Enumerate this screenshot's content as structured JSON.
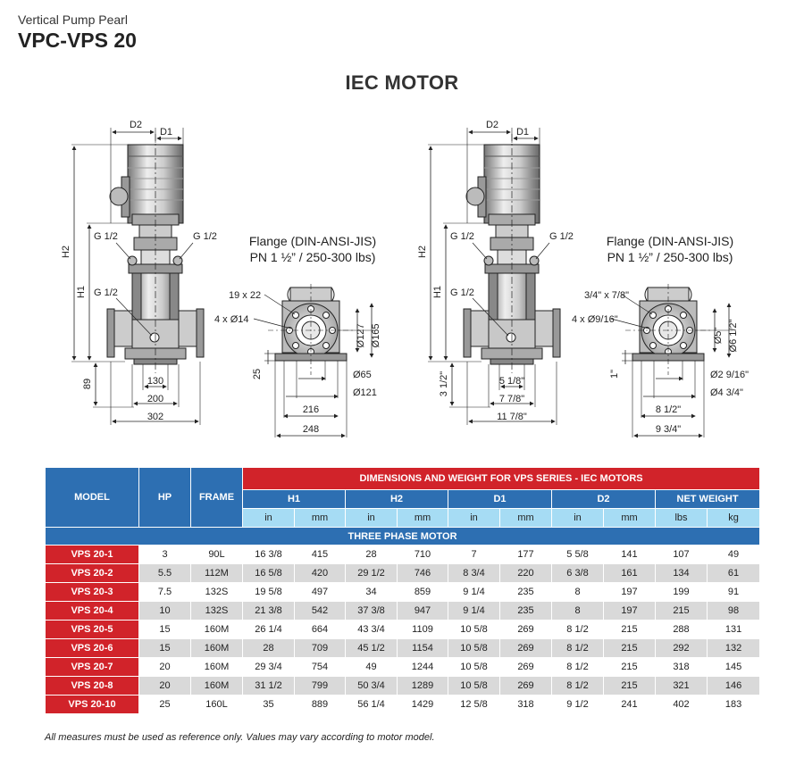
{
  "header": {
    "subtitle": "Vertical Pump Pearl",
    "title": "VPC-VPS 20",
    "section_title": "IEC MOTOR"
  },
  "drawing_metric": {
    "labels": {
      "d2": "D2",
      "d1": "D1",
      "h2": "H2",
      "h1": "H1",
      "g_left": "G 1/2",
      "g_right": "G 1/2",
      "g_drain": "G 1/2",
      "dim_89": "89",
      "dim_130": "130",
      "dim_200": "200",
      "dim_302": "302"
    },
    "flange_title_1": "Flange (DIN-ANSI-JIS)",
    "flange_title_2": "PN 1 ½” / 250-300 lbs)",
    "flange_labels": {
      "slot": "19 x 22",
      "holes": "4 x Ø14",
      "d127": "Ø127",
      "d165": "Ø165",
      "h25": "25",
      "d65": "Ø65",
      "d121": "Ø121",
      "w216": "216",
      "w248": "248"
    }
  },
  "drawing_imperial": {
    "labels": {
      "d2": "D2",
      "d1": "D1",
      "h2": "H2",
      "h1": "H1",
      "g_left": "G 1/2",
      "g_right": "G 1/2",
      "g_drain": "G 1/2",
      "dim_89": "3 1/2\"",
      "dim_130": "5 1/8\"",
      "dim_200": "7 7/8\"",
      "dim_302": "11 7/8\""
    },
    "flange_title_1": "Flange (DIN-ANSI-JIS)",
    "flange_title_2": "PN 1 ½” / 250-300 lbs)",
    "flange_labels": {
      "slot": "3/4\" x 7/8\"",
      "holes": "4 x Ø9/16\"",
      "d127": "Ø5\"",
      "d165": "Ø6 1/2\"",
      "h25": "1\"",
      "d65": "Ø2 9/16\"",
      "d121": "Ø4 3/4\"",
      "w216": "8 1/2\"",
      "w248": "9 3/4\""
    }
  },
  "table": {
    "banner": "DIMENSIONS AND WEIGHT FOR VPS SERIES - IEC MOTORS",
    "col_model": "MODEL",
    "col_hp": "HP",
    "col_frame": "FRAME",
    "groups": [
      "H1",
      "H2",
      "D1",
      "D2",
      "NET WEIGHT"
    ],
    "units": [
      "in",
      "mm",
      "in",
      "mm",
      "in",
      "mm",
      "in",
      "mm",
      "lbs",
      "kg"
    ],
    "section_label": "THREE PHASE MOTOR",
    "rows": [
      {
        "model": "VPS 20-1",
        "hp": "3",
        "frame": "90L",
        "vals": [
          "16 3/8",
          "415",
          "28",
          "710",
          "7",
          "177",
          "5 5/8",
          "141",
          "107",
          "49"
        ]
      },
      {
        "model": "VPS 20-2",
        "hp": "5.5",
        "frame": "112M",
        "vals": [
          "16 5/8",
          "420",
          "29 1/2",
          "746",
          "8 3/4",
          "220",
          "6 3/8",
          "161",
          "134",
          "61"
        ]
      },
      {
        "model": "VPS 20-3",
        "hp": "7.5",
        "frame": "132S",
        "vals": [
          "19 5/8",
          "497",
          "34",
          "859",
          "9 1/4",
          "235",
          "8",
          "197",
          "199",
          "91"
        ]
      },
      {
        "model": "VPS 20-4",
        "hp": "10",
        "frame": "132S",
        "vals": [
          "21 3/8",
          "542",
          "37 3/8",
          "947",
          "9 1/4",
          "235",
          "8",
          "197",
          "215",
          "98"
        ]
      },
      {
        "model": "VPS 20-5",
        "hp": "15",
        "frame": "160M",
        "vals": [
          "26 1/4",
          "664",
          "43 3/4",
          "1109",
          "10 5/8",
          "269",
          "8 1/2",
          "215",
          "288",
          "131"
        ]
      },
      {
        "model": "VPS 20-6",
        "hp": "15",
        "frame": "160M",
        "vals": [
          "28",
          "709",
          "45 1/2",
          "1154",
          "10 5/8",
          "269",
          "8 1/2",
          "215",
          "292",
          "132"
        ]
      },
      {
        "model": "VPS 20-7",
        "hp": "20",
        "frame": "160M",
        "vals": [
          "29 3/4",
          "754",
          "49",
          "1244",
          "10 5/8",
          "269",
          "8 1/2",
          "215",
          "318",
          "145"
        ]
      },
      {
        "model": "VPS 20-8",
        "hp": "20",
        "frame": "160M",
        "vals": [
          "31 1/2",
          "799",
          "50 3/4",
          "1289",
          "10 5/8",
          "269",
          "8 1/2",
          "215",
          "321",
          "146"
        ]
      },
      {
        "model": "VPS 20-10",
        "hp": "25",
        "frame": "160L",
        "vals": [
          "35",
          "889",
          "56 1/4",
          "1429",
          "12 5/8",
          "318",
          "9 1/2",
          "241",
          "402",
          "183"
        ]
      }
    ]
  },
  "footnote": "All measures must be used as reference only. Values may vary according to motor model.",
  "colors": {
    "table_blue": "#2d6fb2",
    "table_red": "#d1232a",
    "unit_cyan": "#a6dcf4",
    "row_grey": "#d9d9d9"
  }
}
